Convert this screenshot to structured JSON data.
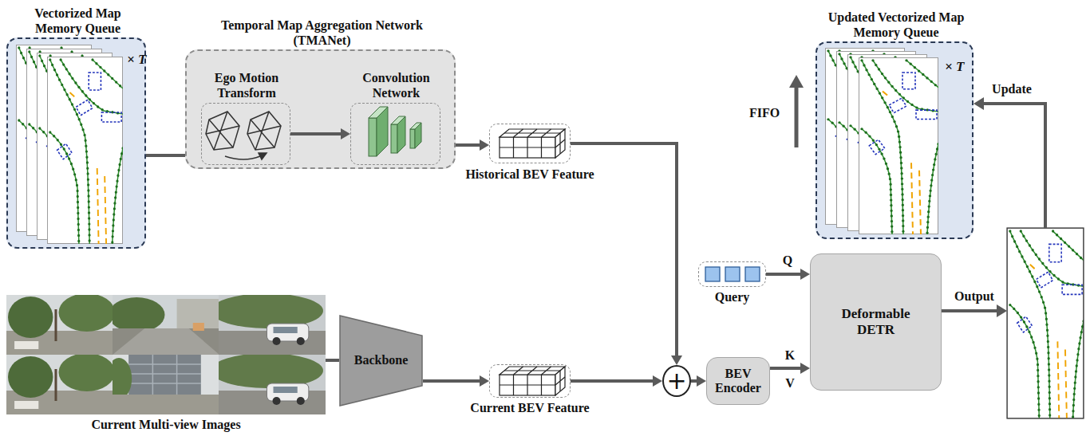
{
  "diagram": {
    "nodes": [
      {
        "text": [
          "Vectorized Map Memory Queue",
          "× T"
        ]
      },
      {
        "text": [
          "Temporal Map Aggregation Network (TMANet)"
        ]
      },
      {
        "text": [
          "Ego Motion Transform"
        ],
        "in": 1
      },
      {
        "text": [
          "Convolution Network"
        ],
        "in": 1
      },
      {
        "text": [
          "Historical BEV Feature"
        ]
      },
      {
        "text": [
          "Updated Vectorized Map Memory Queue",
          "× T"
        ]
      },
      {
        "text": [
          "Current Multi-view Images"
        ]
      },
      {
        "text": [
          "Backbone"
        ]
      },
      {
        "text": [
          "Current BEV Feature"
        ]
      },
      {
        "text": [
          "+"
        ]
      },
      {
        "text": [
          "Query"
        ]
      },
      {
        "text": [
          "BEV Encoder"
        ]
      },
      {
        "text": [
          "Deformable DETR"
        ]
      }
    ],
    "edges": [
      {
        "from": 0,
        "to": 1,
        "arrow": "none"
      },
      {
        "from": 2,
        "to": 3,
        "arrow": "to"
      },
      {
        "from": 1,
        "to": 4,
        "arrow": "to"
      },
      {
        "from": 6,
        "to": 7,
        "arrow": "none"
      },
      {
        "from": 7,
        "to": 8,
        "arrow": "to"
      },
      {
        "from": 8,
        "to": 9,
        "arrow": "to"
      },
      {
        "from": 4,
        "to": 9,
        "arrow": "to"
      },
      {
        "from": 9,
        "to": 11,
        "arrow": "to"
      },
      {
        "from": 11,
        "to": 12,
        "label": "K",
        "arrow": "to"
      },
      {
        "from": 10,
        "to": 12,
        "label": "Q",
        "arrow": "to"
      }
    ],
    "labels": [
      "V",
      "FIFO",
      "Output",
      "Update"
    ]
  }
}
